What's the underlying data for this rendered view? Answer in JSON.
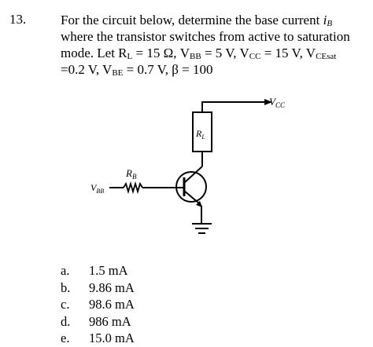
{
  "question": {
    "number": "13.",
    "line1_a": "For the circuit below, determine the base current ",
    "ib_main": "i",
    "ib_sub": "B",
    "line2": "where the transistor switches from active to saturation",
    "line3_a": "mode.  Let R",
    "rl_sub": "L",
    "line3_b": " = 15 Ω, V",
    "vbb_sub": "BB",
    "line3_c": " = 5 V, V",
    "vcc_sub": "CC",
    "line3_d": " = 15 V, V",
    "vcesat_sub": "CEsat",
    "line4_a": "=0.2 V, V",
    "vbe_sub": "BE",
    "line4_b": " = 0.7 V, β = 100"
  },
  "circuit": {
    "vcc_label": "V",
    "vcc_sub": "CC",
    "rl_label": "R",
    "rl_sub": "L",
    "rb_label": "R",
    "rb_sub": "B",
    "vbb_label": "V",
    "vbb_sub": "BB"
  },
  "options": [
    {
      "letter": "a.",
      "value": "1.5 mA"
    },
    {
      "letter": "b.",
      "value": "9.86 mA"
    },
    {
      "letter": "c.",
      "value": "98.6 mA"
    },
    {
      "letter": "d.",
      "value": "986 mA"
    },
    {
      "letter": "e.",
      "value": "15.0 mA"
    }
  ]
}
